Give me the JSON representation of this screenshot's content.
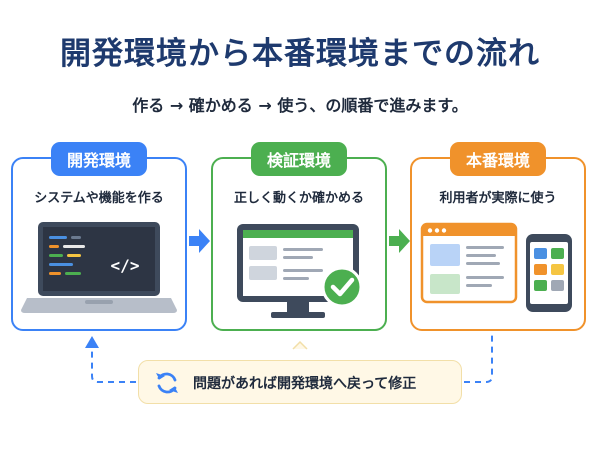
{
  "title": "開発環境から本番環境までの流れ",
  "subtitle": "作る → 確かめる → 使う、の順番で進みます。",
  "stages": [
    {
      "label": "開発環境",
      "description": "システムや機能を作る",
      "color": "#3b82f6",
      "illustration": "laptop-code-icon"
    },
    {
      "label": "検証環境",
      "description": "正しく動くか確かめる",
      "color": "#4caf50",
      "illustration": "monitor-check-icon"
    },
    {
      "label": "本番環境",
      "description": "利用者が実際に使う",
      "color": "#f0922b",
      "illustration": "browser-phone-icon"
    }
  ],
  "feedback": {
    "text": "問題があれば開発環境へ戻って修正",
    "icon": "refresh-icon",
    "background": "#fff8e6"
  }
}
